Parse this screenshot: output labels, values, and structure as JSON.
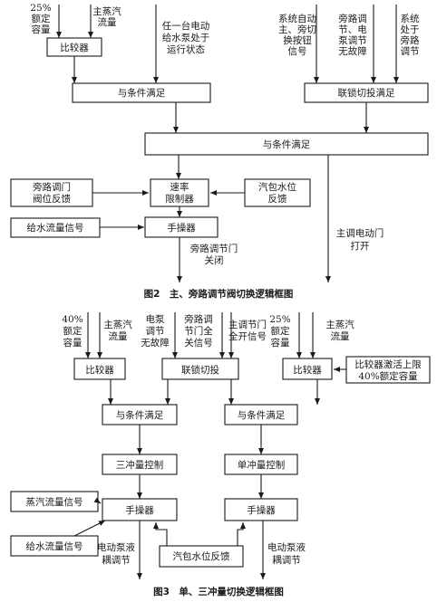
{
  "fig2": {
    "in_capacity": [
      "25%",
      "额定",
      "容量"
    ],
    "in_main_steam": [
      "主蒸汽",
      "流量"
    ],
    "in_pump_running": [
      "任一台电动",
      "给水泵处于",
      "运行状态"
    ],
    "in_auto_switch": [
      "系统自动",
      "主、旁切",
      "换按钮",
      "信号"
    ],
    "in_bypass_valve_ok": [
      "旁路调",
      "节、电",
      "泵调节",
      "无故障"
    ],
    "in_bypass_state": [
      "系统",
      "处于",
      "旁路",
      "调节"
    ],
    "comparator": "比较器",
    "cond_left": "与条件满足",
    "interlock_satisfied": "联锁切投满足",
    "cond_main": "与条件满足",
    "bypass_feedback": [
      "旁路调门",
      "阀位反馈"
    ],
    "rate_limiter": [
      "速率",
      "限制器"
    ],
    "drum_level_feedback": [
      "汽包水位",
      "反馈"
    ],
    "feedwater_signal": "给水流量信号",
    "manual_op": "手操器",
    "out_bypass_close": [
      "旁路调节门",
      "关闭"
    ],
    "out_main_open": [
      "主调电动门",
      "打开"
    ],
    "caption": "图2　主、旁路调节阀切换逻辑框图"
  },
  "fig3": {
    "in_40_capacity": [
      "40%",
      "额定",
      "容量"
    ],
    "in_main_steam_left": [
      "主蒸汽",
      "流量"
    ],
    "in_pump_ok": [
      "电泵",
      "调节",
      "无故障"
    ],
    "in_bypass_closed": [
      "旁路调",
      "节门全",
      "关信号"
    ],
    "in_main_open": [
      "主调节门",
      "全开信号"
    ],
    "in_25_capacity": [
      "25%",
      "额定",
      "容量"
    ],
    "in_main_steam_right": [
      "主蒸汽",
      "流量"
    ],
    "comparator_left": "比较器",
    "interlock": "联锁切投",
    "comparator_right": "比较器",
    "upper_limit": [
      "比较器激活上限",
      "40%额定容量"
    ],
    "cond_left": "与条件满足",
    "cond_right": "与条件满足",
    "three_impulse": "三冲量控制",
    "single_impulse": "单冲量控制",
    "steam_flow_signal": "蒸汽流量信号",
    "manual_left": "手操器",
    "manual_right": "手操器",
    "feedwater_signal": "给水流量信号",
    "drum_level_feedback": "汽包水位反馈",
    "out_left": [
      "电动泵液",
      "耦调节"
    ],
    "out_right": [
      "电动泵液",
      "耦调节"
    ],
    "caption": "图3　单、三冲量切换逻辑框图"
  }
}
